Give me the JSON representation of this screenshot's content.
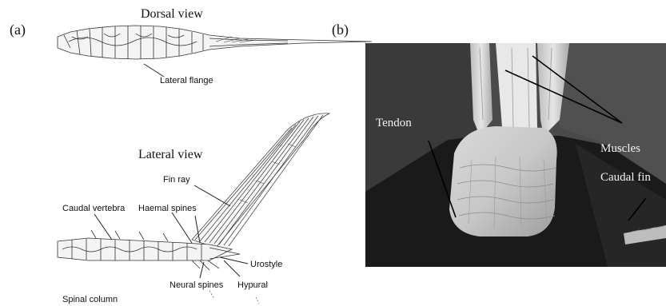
{
  "panel_a": {
    "label": "(a)",
    "dorsal_title": "Dorsal view",
    "lateral_title": "Lateral view",
    "labels": {
      "lateral_flange": "Lateral flange",
      "fin_ray": "Fin ray",
      "caudal_vertebra": "Caudal vertebra",
      "haemal_spines": "Haemal spines",
      "urostyle": "Urostyle",
      "neural_spines": "Neural spines",
      "hypural": "Hypural",
      "spinal_column": "Spinal column"
    }
  },
  "panel_b": {
    "label": "(b)",
    "labels": {
      "tendon": "Tendon",
      "muscles": "Muscles",
      "caudal_fin": "Caudal fin"
    }
  }
}
